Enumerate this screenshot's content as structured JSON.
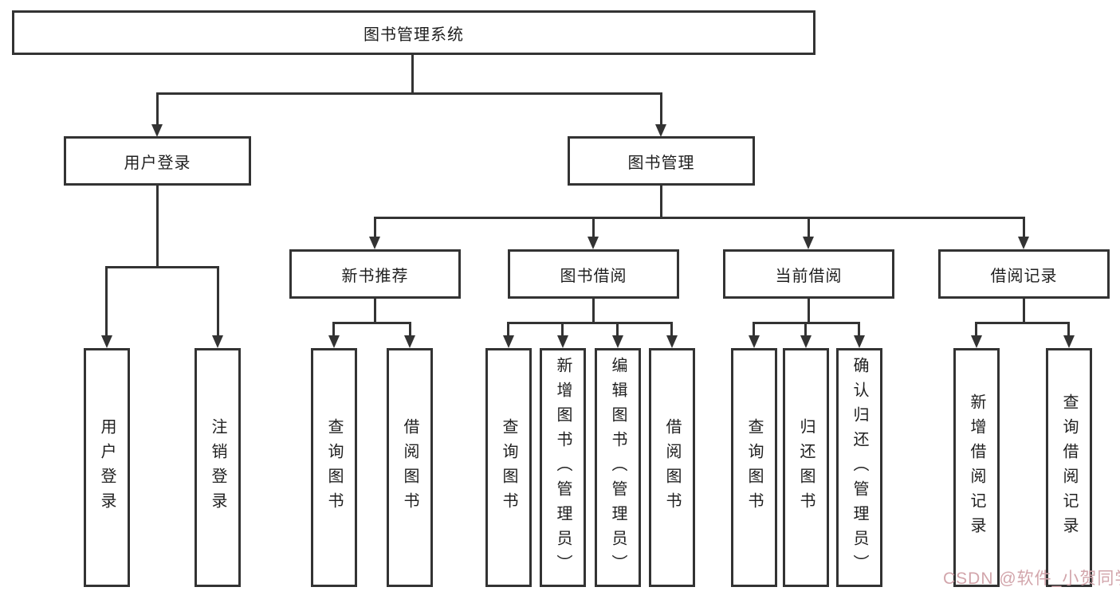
{
  "root": {
    "label": "图书管理系统"
  },
  "user_login": {
    "label": "用户登录",
    "children": [
      "用户登录",
      "注销登录"
    ]
  },
  "book_mgmt": {
    "label": "图书管理",
    "sections": {
      "new_book": {
        "label": "新书推荐",
        "children": [
          "查询图书",
          "借阅图书"
        ]
      },
      "book_borrow": {
        "label": "图书借阅",
        "children": [
          "查询图书",
          "新增图书（管理员）",
          "编辑图书（管理员）",
          "借阅图书"
        ]
      },
      "current_borrow": {
        "label": "当前借阅",
        "children": [
          "查询图书",
          "归还图书",
          "确认归还（管理员）"
        ]
      },
      "borrow_record": {
        "label": "借阅记录",
        "children": [
          "新增借阅记录",
          "查询借阅记录"
        ]
      }
    }
  },
  "watermark": "CSDN @软件_小贺同学",
  "colors": {
    "line": "#333333",
    "border": "#333333",
    "text": "#1f1f1f",
    "watermark": "#d2a5ab",
    "background": "#ffffff"
  }
}
